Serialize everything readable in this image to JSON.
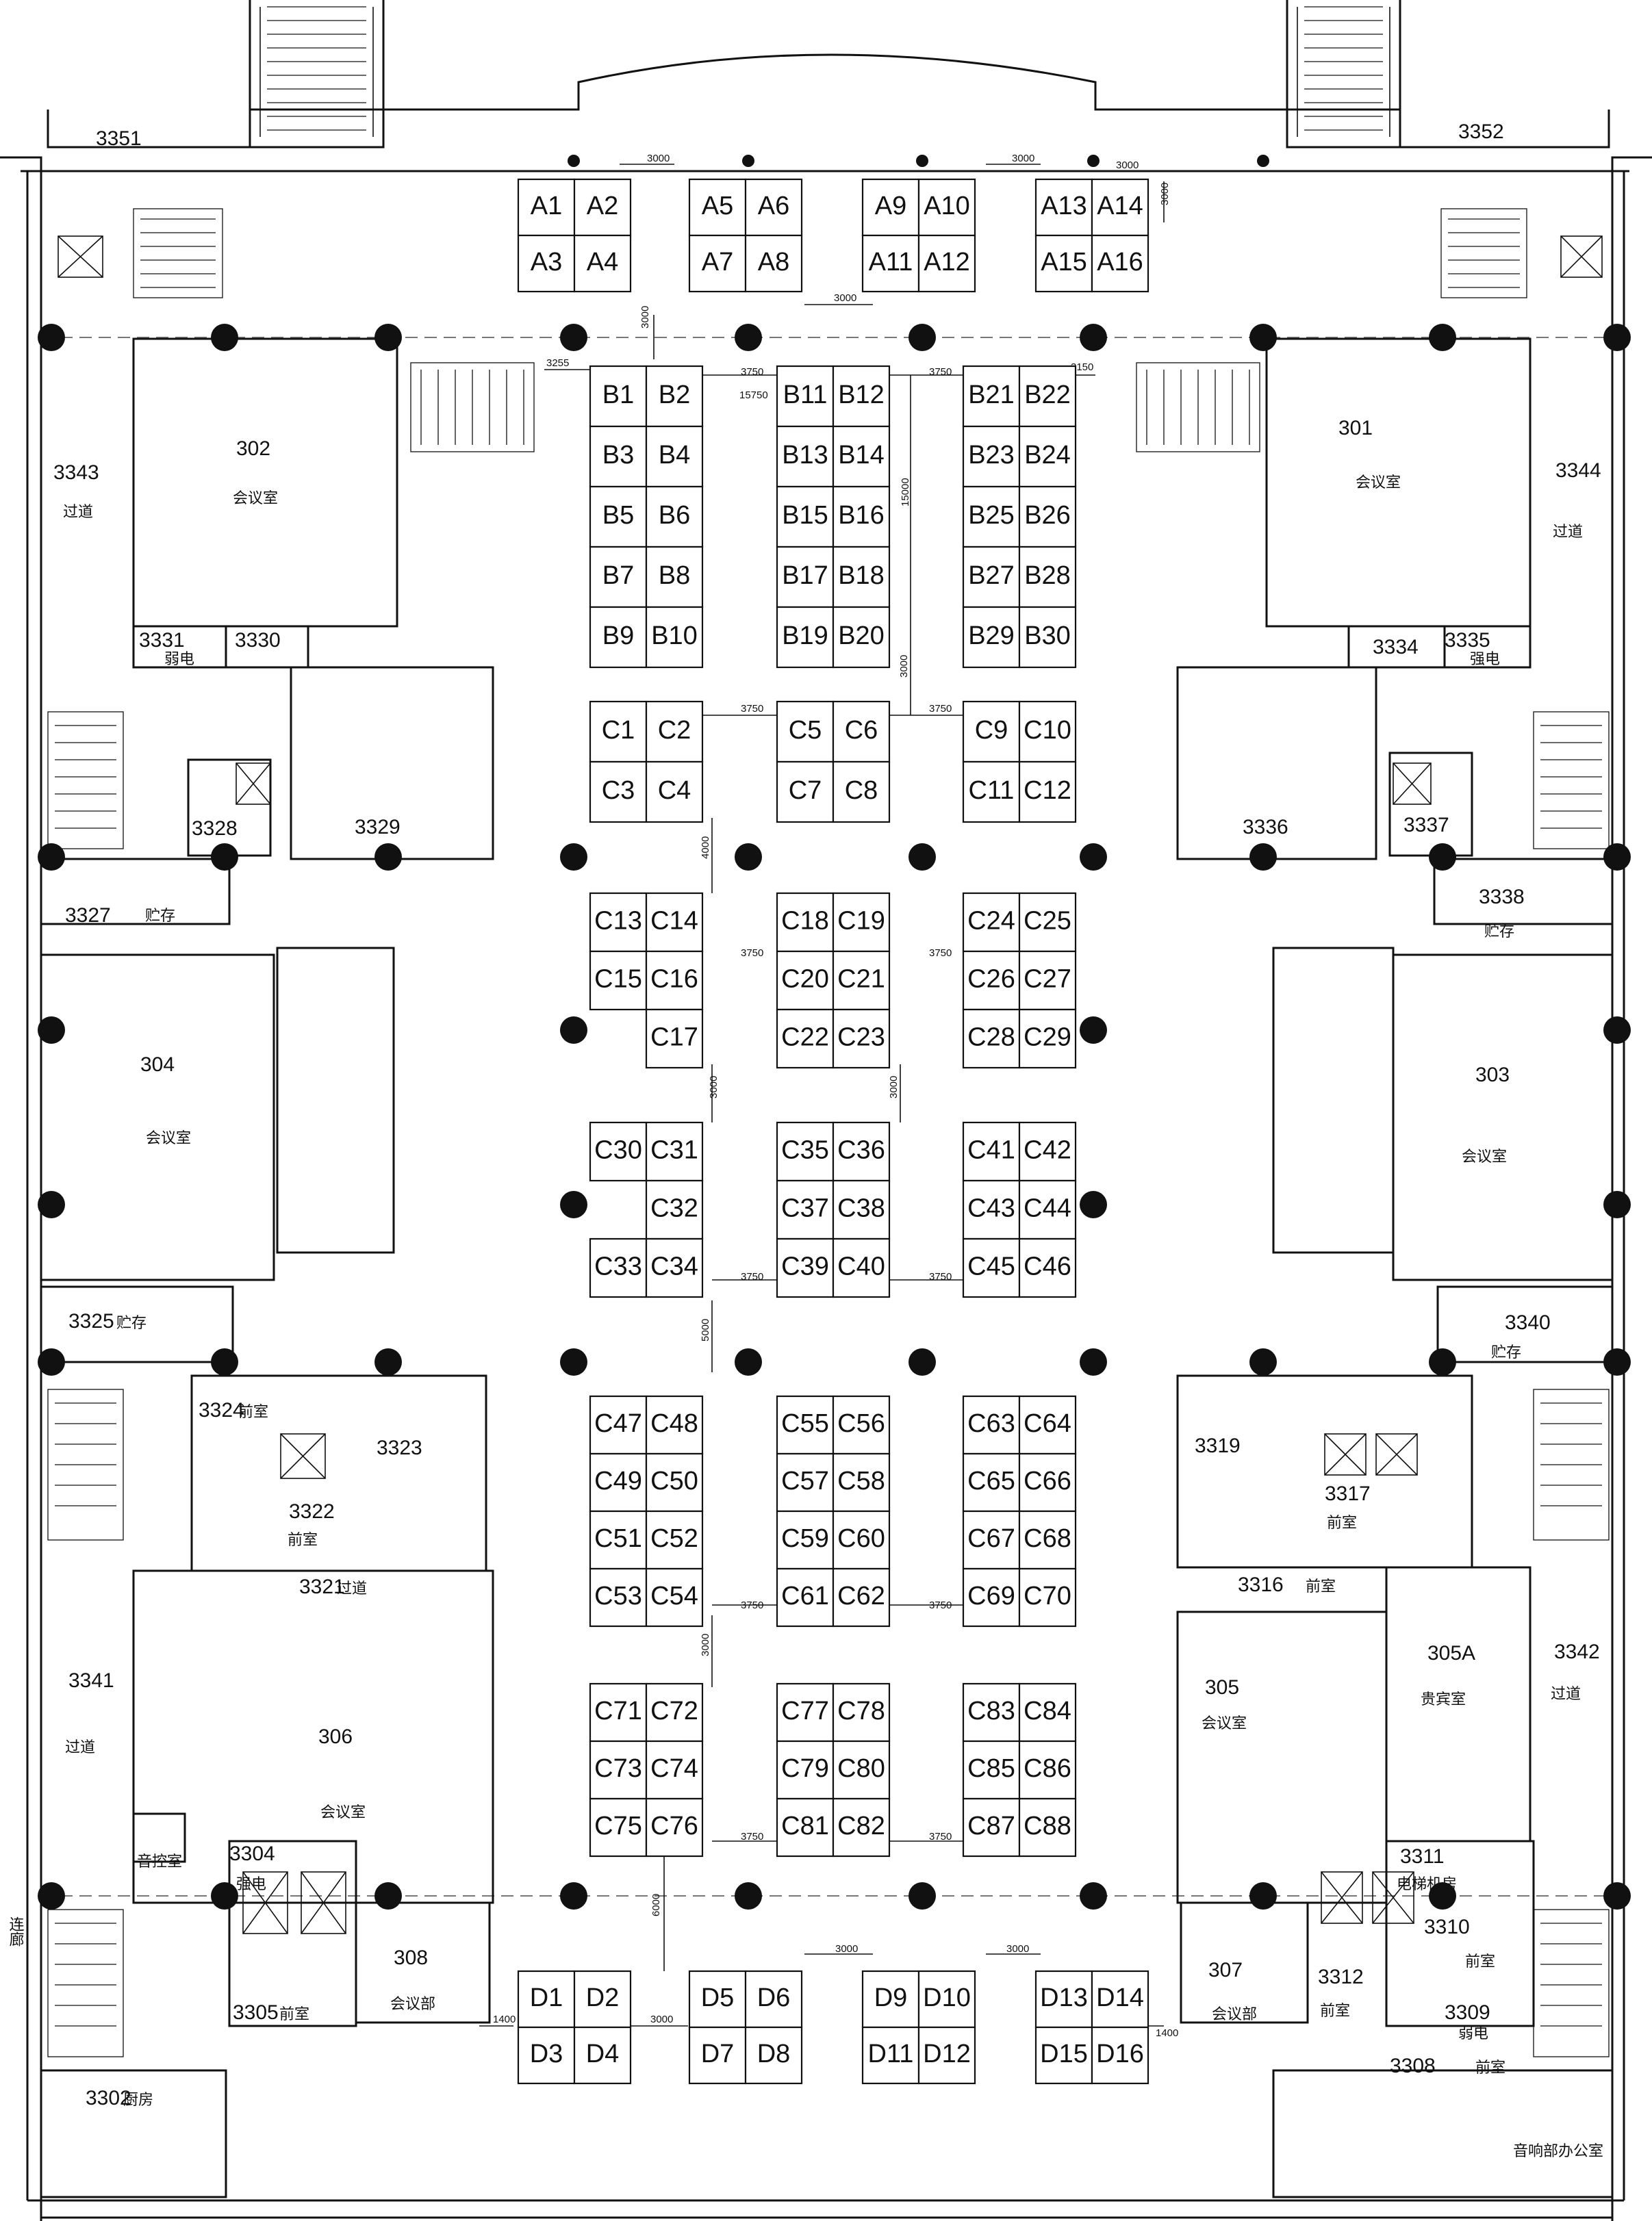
{
  "booths": [
    {
      "id": "A1"
    },
    {
      "id": "A2"
    },
    {
      "id": "A3"
    },
    {
      "id": "A4"
    },
    {
      "id": "A5"
    },
    {
      "id": "A6"
    },
    {
      "id": "A7"
    },
    {
      "id": "A8"
    },
    {
      "id": "A9"
    },
    {
      "id": "A10"
    },
    {
      "id": "A11"
    },
    {
      "id": "A12"
    },
    {
      "id": "A13"
    },
    {
      "id": "A14"
    },
    {
      "id": "A15"
    },
    {
      "id": "A16"
    },
    {
      "id": "B1"
    },
    {
      "id": "B2"
    },
    {
      "id": "B3"
    },
    {
      "id": "B4"
    },
    {
      "id": "B5"
    },
    {
      "id": "B6"
    },
    {
      "id": "B7"
    },
    {
      "id": "B8"
    },
    {
      "id": "B9"
    },
    {
      "id": "B10"
    },
    {
      "id": "B11"
    },
    {
      "id": "B12"
    },
    {
      "id": "B13"
    },
    {
      "id": "B14"
    },
    {
      "id": "B15"
    },
    {
      "id": "B16"
    },
    {
      "id": "B17"
    },
    {
      "id": "B18"
    },
    {
      "id": "B19"
    },
    {
      "id": "B20"
    },
    {
      "id": "B21"
    },
    {
      "id": "B22"
    },
    {
      "id": "B23"
    },
    {
      "id": "B24"
    },
    {
      "id": "B25"
    },
    {
      "id": "B26"
    },
    {
      "id": "B27"
    },
    {
      "id": "B28"
    },
    {
      "id": "B29"
    },
    {
      "id": "B30"
    },
    {
      "id": "C1"
    },
    {
      "id": "C2"
    },
    {
      "id": "C3"
    },
    {
      "id": "C4"
    },
    {
      "id": "C5"
    },
    {
      "id": "C6"
    },
    {
      "id": "C7"
    },
    {
      "id": "C8"
    },
    {
      "id": "C9"
    },
    {
      "id": "C10"
    },
    {
      "id": "C11"
    },
    {
      "id": "C12"
    },
    {
      "id": "C13"
    },
    {
      "id": "C14"
    },
    {
      "id": "C15"
    },
    {
      "id": "C16"
    },
    {
      "id": "C17"
    },
    {
      "id": "C18"
    },
    {
      "id": "C19"
    },
    {
      "id": "C20"
    },
    {
      "id": "C21"
    },
    {
      "id": "C22"
    },
    {
      "id": "C23"
    },
    {
      "id": "C24"
    },
    {
      "id": "C25"
    },
    {
      "id": "C26"
    },
    {
      "id": "C27"
    },
    {
      "id": "C28"
    },
    {
      "id": "C29"
    },
    {
      "id": "C30"
    },
    {
      "id": "C31"
    },
    {
      "id": "C32"
    },
    {
      "id": "C33"
    },
    {
      "id": "C34"
    },
    {
      "id": "C35"
    },
    {
      "id": "C36"
    },
    {
      "id": "C37"
    },
    {
      "id": "C38"
    },
    {
      "id": "C39"
    },
    {
      "id": "C40"
    },
    {
      "id": "C41"
    },
    {
      "id": "C42"
    },
    {
      "id": "C43"
    },
    {
      "id": "C44"
    },
    {
      "id": "C45"
    },
    {
      "id": "C46"
    },
    {
      "id": "C47"
    },
    {
      "id": "C48"
    },
    {
      "id": "C49"
    },
    {
      "id": "C50"
    },
    {
      "id": "C51"
    },
    {
      "id": "C52"
    },
    {
      "id": "C53"
    },
    {
      "id": "C54"
    },
    {
      "id": "C55"
    },
    {
      "id": "C56"
    },
    {
      "id": "C57"
    },
    {
      "id": "C58"
    },
    {
      "id": "C59"
    },
    {
      "id": "C60"
    },
    {
      "id": "C61"
    },
    {
      "id": "C62"
    },
    {
      "id": "C63"
    },
    {
      "id": "C64"
    },
    {
      "id": "C65"
    },
    {
      "id": "C66"
    },
    {
      "id": "C67"
    },
    {
      "id": "C68"
    },
    {
      "id": "C69"
    },
    {
      "id": "C70"
    },
    {
      "id": "C71"
    },
    {
      "id": "C72"
    },
    {
      "id": "C73"
    },
    {
      "id": "C74"
    },
    {
      "id": "C75"
    },
    {
      "id": "C76"
    },
    {
      "id": "C77"
    },
    {
      "id": "C78"
    },
    {
      "id": "C79"
    },
    {
      "id": "C80"
    },
    {
      "id": "C81"
    },
    {
      "id": "C82"
    },
    {
      "id": "C83"
    },
    {
      "id": "C84"
    },
    {
      "id": "C85"
    },
    {
      "id": "C86"
    },
    {
      "id": "C87"
    },
    {
      "id": "C88"
    },
    {
      "id": "D1"
    },
    {
      "id": "D2"
    },
    {
      "id": "D3"
    },
    {
      "id": "D4"
    },
    {
      "id": "D5"
    },
    {
      "id": "D6"
    },
    {
      "id": "D7"
    },
    {
      "id": "D8"
    },
    {
      "id": "D9"
    },
    {
      "id": "D10"
    },
    {
      "id": "D11"
    },
    {
      "id": "D12"
    },
    {
      "id": "D13"
    },
    {
      "id": "D14"
    },
    {
      "id": "D15"
    },
    {
      "id": "D16"
    }
  ],
  "rooms": [
    {
      "num": "3351"
    },
    {
      "num": "3352"
    },
    {
      "num": "302",
      "name": "会议室"
    },
    {
      "num": "301",
      "name": "会议室"
    },
    {
      "num": "3343",
      "name": "过道"
    },
    {
      "num": "3344",
      "name": "过道"
    },
    {
      "num": "3331",
      "name": "弱电"
    },
    {
      "num": "3330"
    },
    {
      "num": "3334"
    },
    {
      "num": "3335",
      "name": "强电"
    },
    {
      "num": "3328"
    },
    {
      "num": "3329"
    },
    {
      "num": "3336"
    },
    {
      "num": "3337"
    },
    {
      "num": "3327",
      "name": "贮存"
    },
    {
      "num": "3338",
      "name": "贮存"
    },
    {
      "num": "304",
      "name": "会议室"
    },
    {
      "num": "303",
      "name": "会议室"
    },
    {
      "num": "3325",
      "name": "贮存"
    },
    {
      "num": "3340",
      "name": "贮存"
    },
    {
      "num": "3324",
      "name": "前室"
    },
    {
      "num": "3323"
    },
    {
      "num": "3319"
    },
    {
      "num": "3322",
      "name": "前室"
    },
    {
      "num": "3317",
      "name": "前室"
    },
    {
      "num": "3321",
      "name": "过道"
    },
    {
      "num": "3316",
      "name": "前室"
    },
    {
      "num": "3341",
      "name": "过道"
    },
    {
      "num": "306",
      "name": "会议室"
    },
    {
      "num": "305",
      "name": "会议室"
    },
    {
      "num": "305A",
      "name": "贵宾室"
    },
    {
      "num": "3342",
      "name": "过道"
    },
    {
      "name": "音控室"
    },
    {
      "num": "3304",
      "name": "强电"
    },
    {
      "num": "3311",
      "name": "电梯机房"
    },
    {
      "num": "308",
      "name": "会议部"
    },
    {
      "num": "3310",
      "name": "前室"
    },
    {
      "num": "3305",
      "name": "前室"
    },
    {
      "num": "307",
      "name": "会议部"
    },
    {
      "num": "3312",
      "name": "前室"
    },
    {
      "num": "3309",
      "name": "弱电"
    },
    {
      "num": "3308",
      "name": "前室"
    },
    {
      "name": "连廊"
    },
    {
      "num": "3302",
      "name": "厨房"
    },
    {
      "name": "音响部办公室"
    }
  ],
  "dimensions": {
    "d3000": "3000",
    "d3255": "3255",
    "d3750": "3750",
    "d15750": "15750",
    "d3150": "3150",
    "d15000": "15000",
    "d4000": "4000",
    "d5000": "5000",
    "d6000": "6000",
    "d1400": "1400"
  }
}
